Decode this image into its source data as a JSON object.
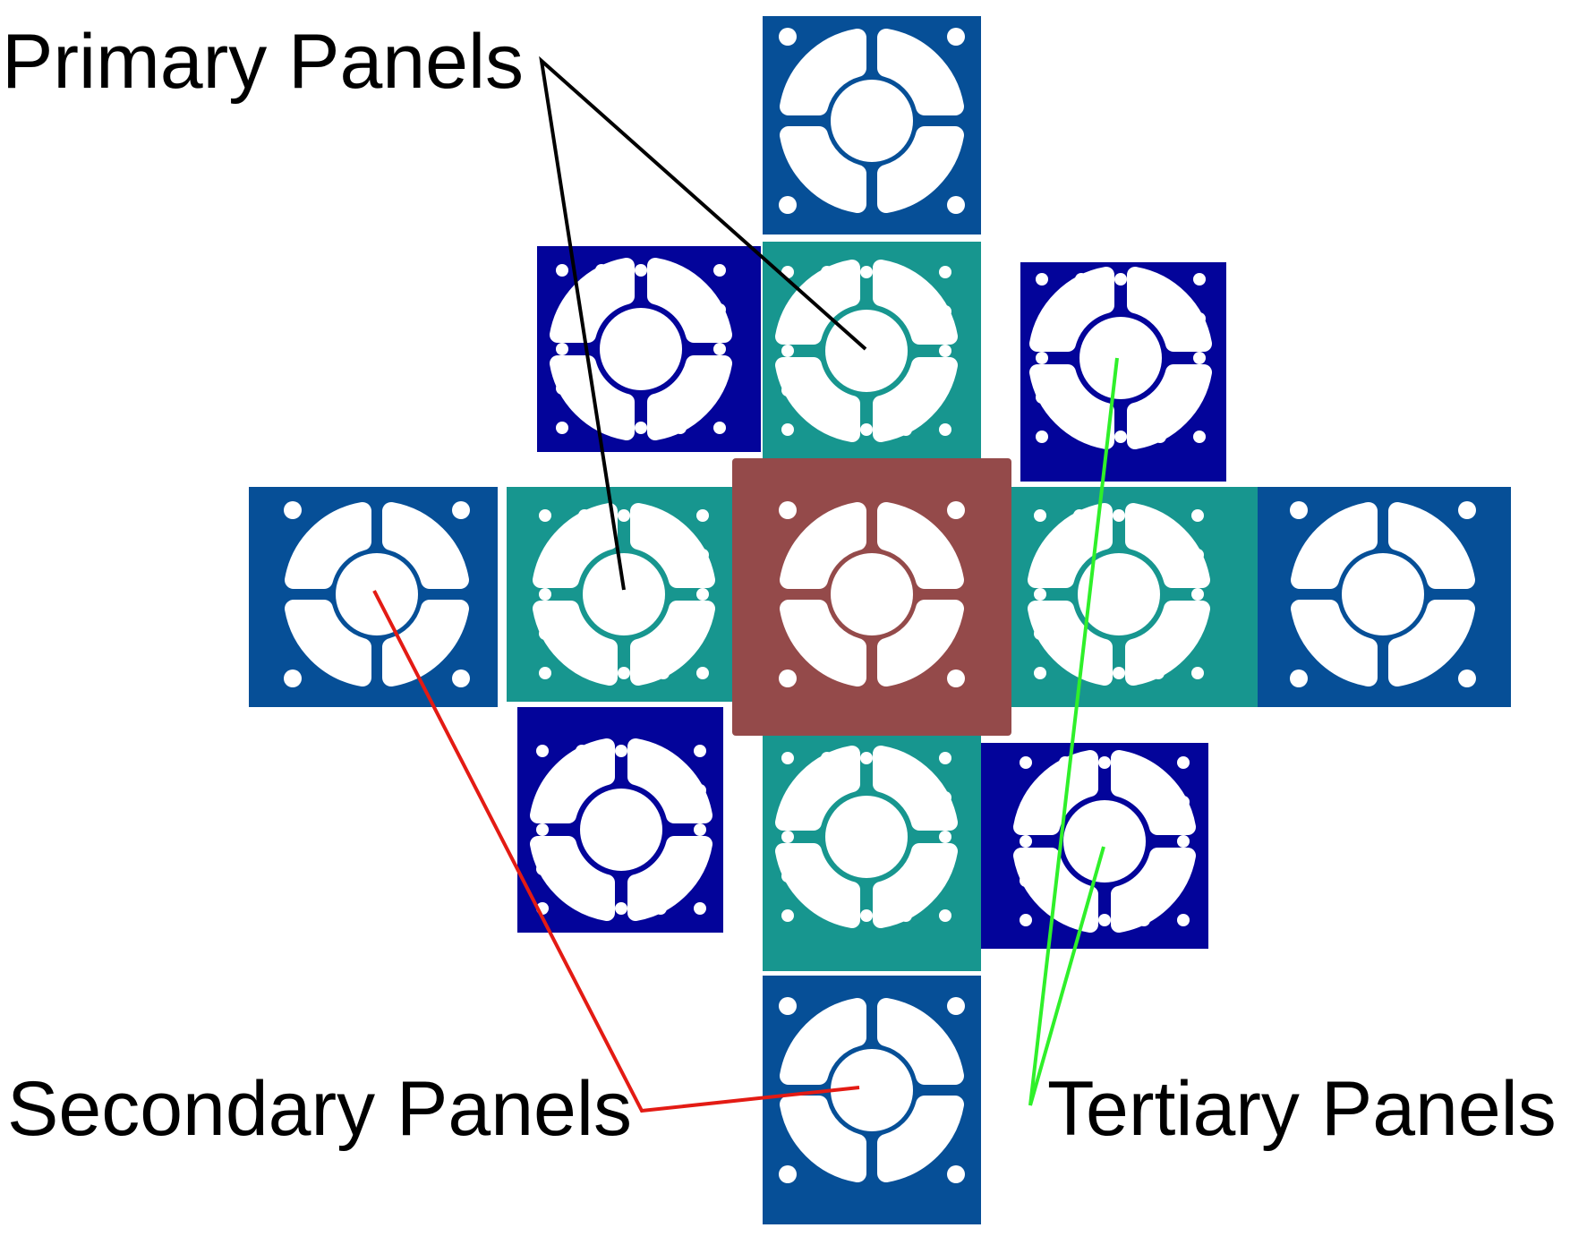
{
  "labels": {
    "primary": "Primary Panels",
    "secondary": "Secondary Panels",
    "tertiary": "Tertiary Panels"
  },
  "colors": {
    "center": "#944a4a",
    "primary": "#17968f",
    "secondary": "#064f97",
    "tertiary": "#03049a",
    "primary_leader": "#000000",
    "secondary_leader": "#e31b14",
    "tertiary_leader": "#2ff02a"
  }
}
